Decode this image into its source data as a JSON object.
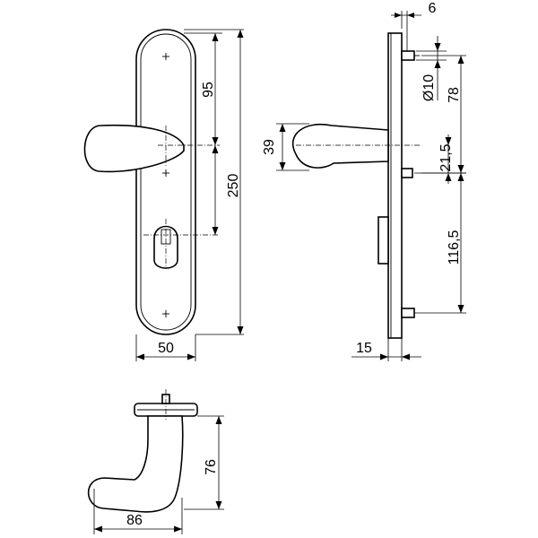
{
  "dimensions": {
    "plate_height": "250",
    "plate_width": "50",
    "handle_to_top_screw": "95",
    "top_offset": "6",
    "screw_diameter": "Ø10",
    "screw_spacing_top": "78",
    "handle_height": "39",
    "spindle_offset": "21,5",
    "screw_spacing_bottom": "116,5",
    "plate_thickness": "15",
    "handle_drop": "76",
    "handle_length": "86"
  },
  "colors": {
    "line": "#000000",
    "background": "#ffffff"
  }
}
